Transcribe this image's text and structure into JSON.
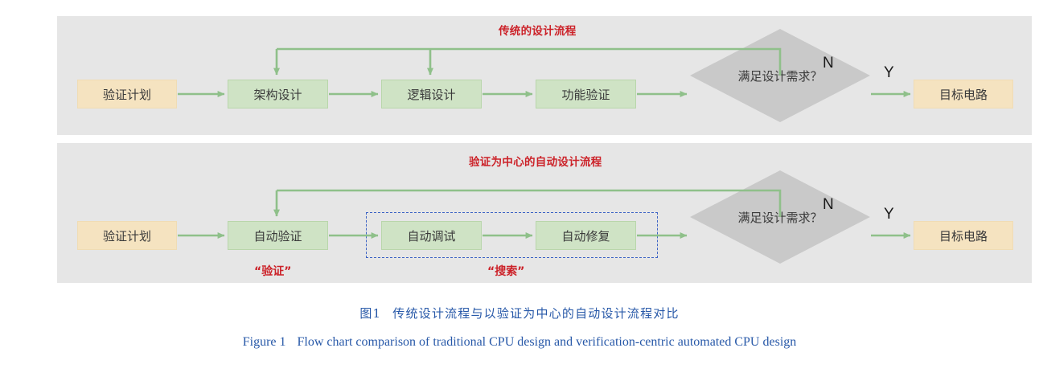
{
  "figure": {
    "panels": [
      {
        "id": "traditional",
        "title": "传统的设计流程",
        "nodes": {
          "plan": "验证计划",
          "arch": "架构设计",
          "logic": "逻辑设计",
          "func": "功能验证",
          "decision": "满足设计需求？",
          "output": "目标电路"
        },
        "branch_labels": {
          "no": "N",
          "yes": "Y"
        }
      },
      {
        "id": "automated",
        "title": "验证为中心的自动设计流程",
        "nodes": {
          "plan": "验证计划",
          "auto_verify": "自动验证",
          "auto_debug": "自动调试",
          "auto_fix": "自动修复",
          "decision": "满足设计需求？",
          "output": "目标电路"
        },
        "branch_labels": {
          "no": "N",
          "yes": "Y"
        },
        "sub_labels": {
          "verify": "“验证”",
          "search": "“搜索”"
        },
        "group_box_label": "search-group"
      }
    ],
    "caption_cn_number": "图1",
    "caption_cn_text": "传统设计流程与以验证为中心的自动设计流程对比",
    "caption_en_number": "Figure 1",
    "caption_en_text": "Flow chart comparison of traditional CPU design and verification-centric automated CPU design"
  },
  "colors": {
    "panel_bg": "#e6e6e6",
    "terminal_fill": "#f5e3c0",
    "process_fill": "#cfe3c5",
    "process_stroke": "#b9d6ab",
    "decision_fill": "#c9c9c9",
    "arrow": "#8fc08a",
    "title_red": "#cc2229",
    "group_box_blue": "#3b62c4",
    "caption_blue": "#2758a8"
  }
}
